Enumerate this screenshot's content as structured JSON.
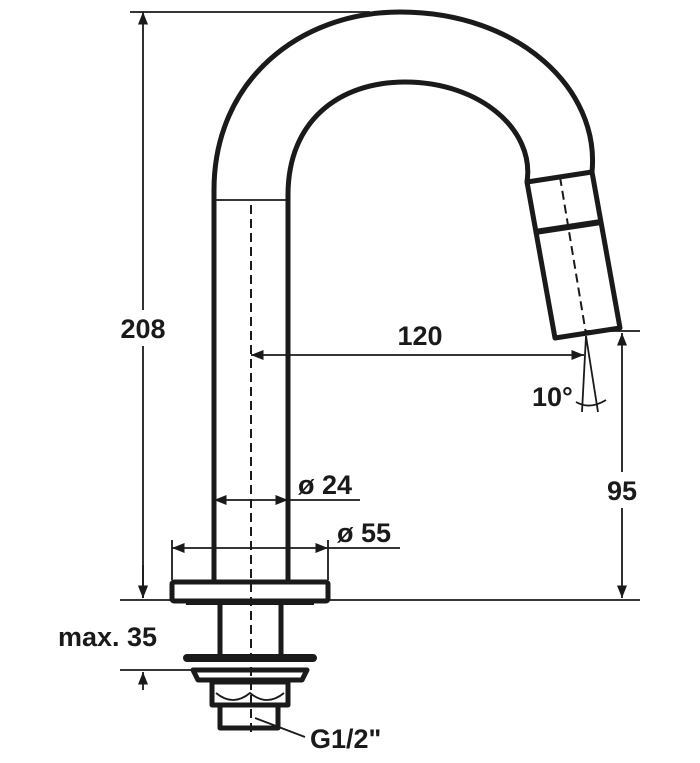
{
  "drawing": {
    "dimensions": {
      "height_total": "208",
      "reach": "120",
      "spout_height": "95",
      "spout_angle": "10°",
      "pipe_diameter": "ø 24",
      "base_diameter": "ø 55",
      "max_thickness": "max. 35",
      "thread": "G1/2\""
    }
  }
}
